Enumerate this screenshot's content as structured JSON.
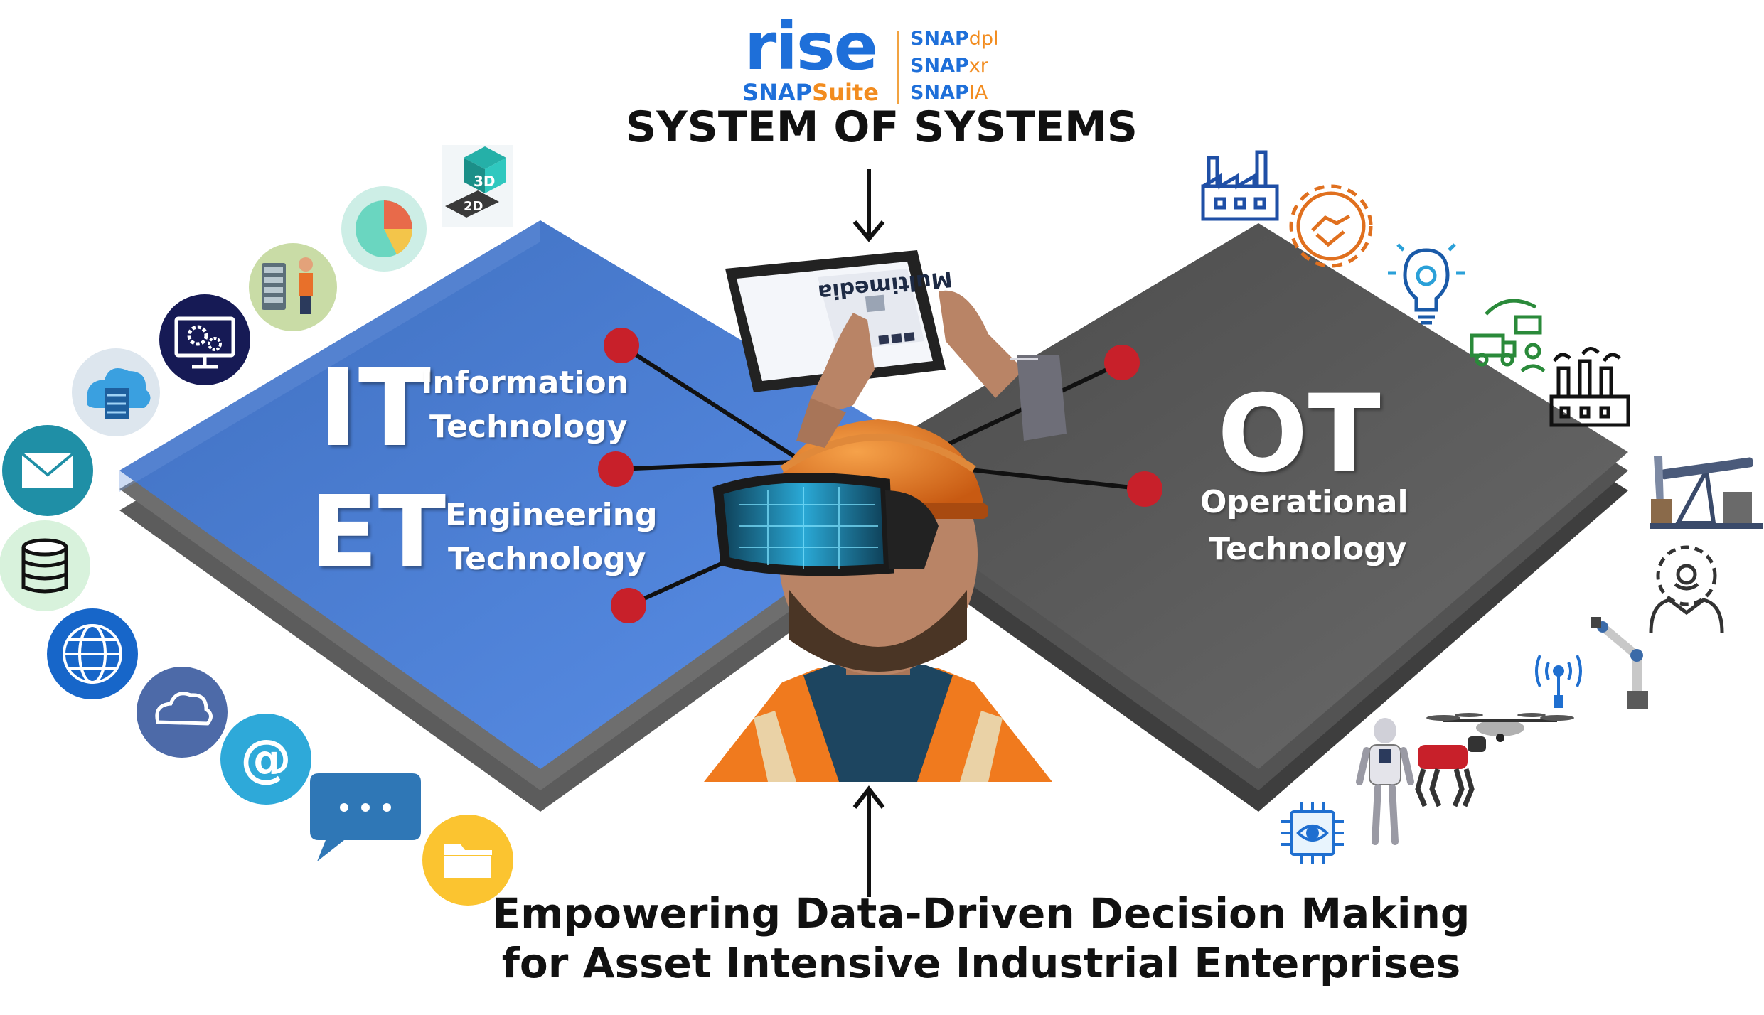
{
  "logo": {
    "brand": "rise",
    "suite_part1": "SNAP",
    "suite_part2": "Suite",
    "products": [
      {
        "prefix": "SNAP",
        "suffix": "dpl"
      },
      {
        "prefix": "SNAP",
        "suffix": "xr"
      },
      {
        "prefix": "SNAP",
        "suffix": "IA"
      }
    ]
  },
  "title": "SYSTEM OF SYSTEMS",
  "left_block": {
    "it_abbr": "IT",
    "it_line1": "Information",
    "it_line2": "Technology",
    "et_abbr": "ET",
    "et_line1": "Engineering",
    "et_line2": "Technology"
  },
  "right_block": {
    "ot_abbr": "OT",
    "ot_line1": "Operational",
    "ot_line2": "Technology"
  },
  "tablet": {
    "app_title": "Multimedia"
  },
  "footer": {
    "line1": "Empowering Data-Driven Decision Making",
    "line2": "for Asset Intensive Industrial Enterprises"
  },
  "icons_left": [
    "3d-2d-icon",
    "pie-chart-icon",
    "server-person-icon",
    "monitor-gears-icon",
    "cloud-server-icon",
    "email-icon",
    "database-icon",
    "globe-icon",
    "cloud-icon",
    "at-sign-icon",
    "chat-bubble-icon",
    "folder-icon"
  ],
  "icons_right": [
    "factory-icon",
    "handshake-gear-icon",
    "lightbulb-gear-icon",
    "logistics-icon",
    "industrial-plant-icon",
    "oil-pump-icon",
    "engineer-gear-icon",
    "robot-arm-icon",
    "wireless-sensor-icon",
    "drone-icon",
    "robot-dog-icon",
    "humanoid-robot-icon",
    "ai-chip-eye-icon"
  ],
  "colors": {
    "it_block": "#4f7fd1",
    "ot_block": "#595959",
    "connector_dot": "#c8202a",
    "brand_blue": "#1e6fd9",
    "brand_orange": "#f28c1f"
  }
}
